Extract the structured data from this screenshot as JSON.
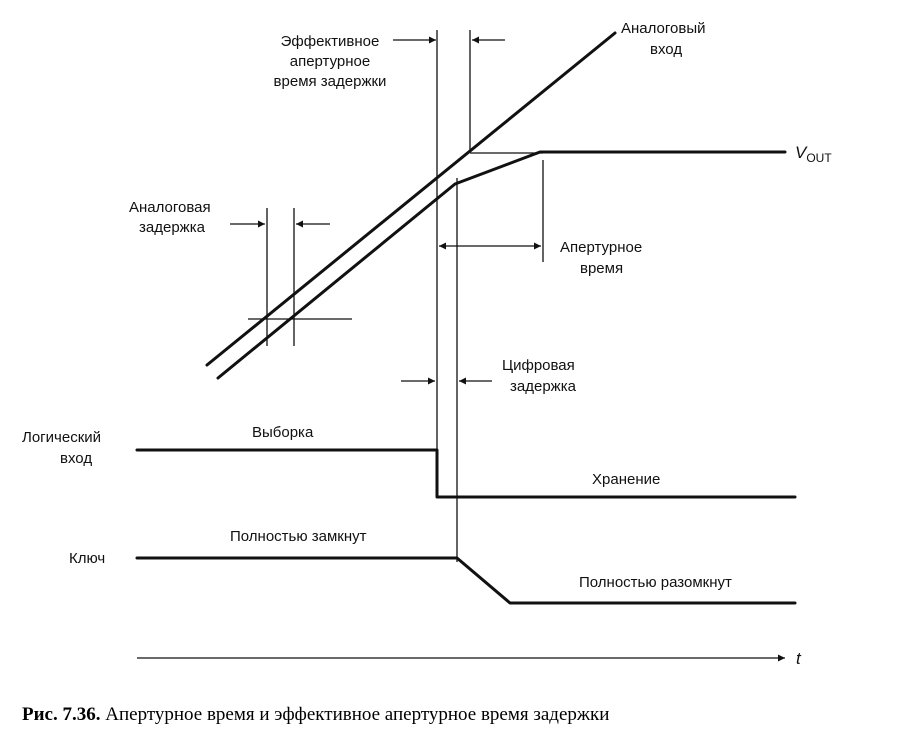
{
  "labels": {
    "effective_aperture_delay": [
      "Эффективное",
      "апертурное",
      "время задержки"
    ],
    "analog_input": [
      "Аналоговый",
      "вход"
    ],
    "vout_main": "V",
    "vout_sub": "OUT",
    "analog_delay": [
      "Аналоговая",
      "задержка"
    ],
    "aperture_time": [
      "Апертурное",
      "время"
    ],
    "digital_delay": [
      "Цифровая",
      "задержка"
    ],
    "logic_input": [
      "Логический",
      "вход"
    ],
    "sample": "Выборка",
    "hold": "Хранение",
    "fully_closed": "Полностью замкнут",
    "switch": "Ключ",
    "fully_open": "Полностью разомкнут",
    "time_axis": "t"
  },
  "caption": {
    "number": "Рис. 7.36.",
    "text": " Апертурное время и эффективное апертурное время задержки"
  }
}
